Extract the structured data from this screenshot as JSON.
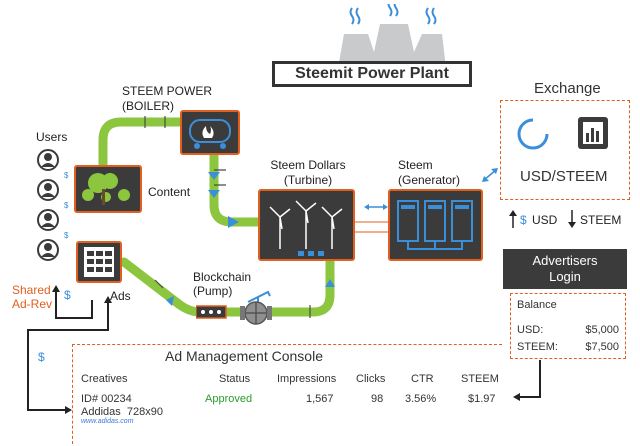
{
  "title": "Steemit Power Plant",
  "nodes": {
    "steem_power": "STEEM POWER",
    "boiler": "(BOILER)",
    "users": "Users",
    "content": "Content",
    "ads": "Ads",
    "shared": "Shared",
    "ad_rev": "Ad-Rev",
    "steem_dollars": "Steem Dollars",
    "turbine": "(Turbine)",
    "steem": "Steem",
    "generator": "(Generator)",
    "blockchain": "Blockchain",
    "pump": "(Pump)",
    "dollar": "$"
  },
  "exchange": {
    "title": "Exchange",
    "pair": "USD/STEEM",
    "usd_label": "USD",
    "steem_label": "STEEM",
    "dollar": "$"
  },
  "advertisers_login": {
    "line1": "Advertisers",
    "line2": "Login"
  },
  "balance": {
    "title": "Balance",
    "usd_label": "USD:",
    "usd_value": "$5,000",
    "steem_label": "STEEM:",
    "steem_value": "$7,500"
  },
  "console": {
    "title": "Ad Management Console",
    "columns": [
      "Creatives",
      "Status",
      "Impressions",
      "Clicks",
      "CTR",
      "STEEM"
    ],
    "row": {
      "id": "ID# 00234",
      "name": "Addidas  728x90",
      "status": "Approved",
      "impressions": "1,567",
      "clicks": "98",
      "ctr": "3.56%",
      "steem": "$1.97",
      "link": "www.adidas.com"
    }
  },
  "colors": {
    "pipe": "#8cc63f",
    "accent": "#e35f1f",
    "dark": "#3b3b3b",
    "blue": "#3a8fd8"
  }
}
